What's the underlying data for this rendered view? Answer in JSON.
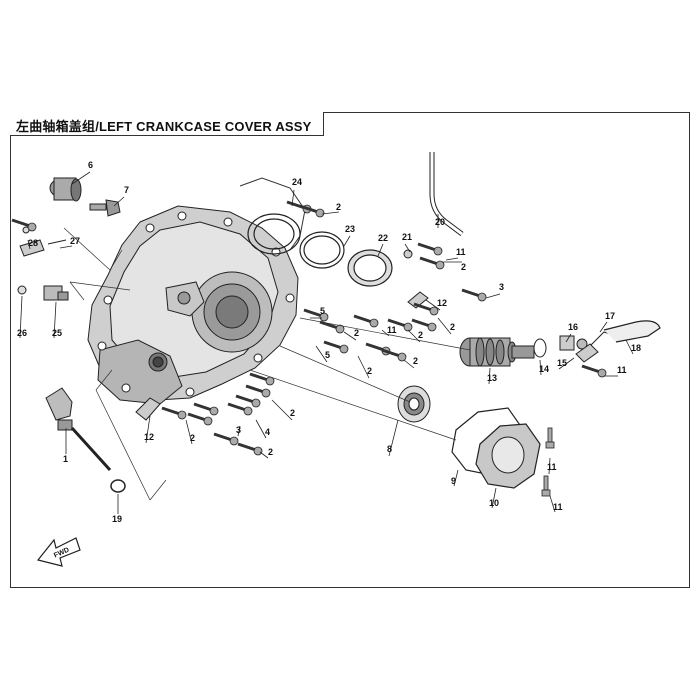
{
  "title": "左曲轴箱盖组/LEFT CRANKCASE COVER ASSY",
  "fwd_label": "FWD",
  "callouts": [
    {
      "id": "c1",
      "label": "1"
    },
    {
      "id": "c2a",
      "label": "2"
    },
    {
      "id": "c2b",
      "label": "2"
    },
    {
      "id": "c2c",
      "label": "2"
    },
    {
      "id": "c2d",
      "label": "2"
    },
    {
      "id": "c2e",
      "label": "2"
    },
    {
      "id": "c2f",
      "label": "2"
    },
    {
      "id": "c2g",
      "label": "2"
    },
    {
      "id": "c2h",
      "label": "2"
    },
    {
      "id": "c2i",
      "label": "2"
    },
    {
      "id": "c2j",
      "label": "2"
    },
    {
      "id": "c3a",
      "label": "3"
    },
    {
      "id": "c3b",
      "label": "3"
    },
    {
      "id": "c4",
      "label": "4"
    },
    {
      "id": "c5a",
      "label": "5"
    },
    {
      "id": "c5b",
      "label": "5"
    },
    {
      "id": "c6",
      "label": "6"
    },
    {
      "id": "c7",
      "label": "7"
    },
    {
      "id": "c8",
      "label": "8"
    },
    {
      "id": "c9",
      "label": "9"
    },
    {
      "id": "c10",
      "label": "10"
    },
    {
      "id": "c11a",
      "label": "11"
    },
    {
      "id": "c11b",
      "label": "11"
    },
    {
      "id": "c11c",
      "label": "11"
    },
    {
      "id": "c11d",
      "label": "11"
    },
    {
      "id": "c11e",
      "label": "11"
    },
    {
      "id": "c12a",
      "label": "12"
    },
    {
      "id": "c12b",
      "label": "12"
    },
    {
      "id": "c13",
      "label": "13"
    },
    {
      "id": "c14",
      "label": "14"
    },
    {
      "id": "c15",
      "label": "15"
    },
    {
      "id": "c16",
      "label": "16"
    },
    {
      "id": "c17",
      "label": "17"
    },
    {
      "id": "c18",
      "label": "18"
    },
    {
      "id": "c19",
      "label": "19"
    },
    {
      "id": "c20",
      "label": "20"
    },
    {
      "id": "c21",
      "label": "21"
    },
    {
      "id": "c22",
      "label": "22"
    },
    {
      "id": "c23",
      "label": "23"
    },
    {
      "id": "c24",
      "label": "24"
    },
    {
      "id": "c25",
      "label": "25"
    },
    {
      "id": "c26",
      "label": "26"
    },
    {
      "id": "c27",
      "label": "27"
    },
    {
      "id": "c28",
      "label": "28"
    }
  ]
}
